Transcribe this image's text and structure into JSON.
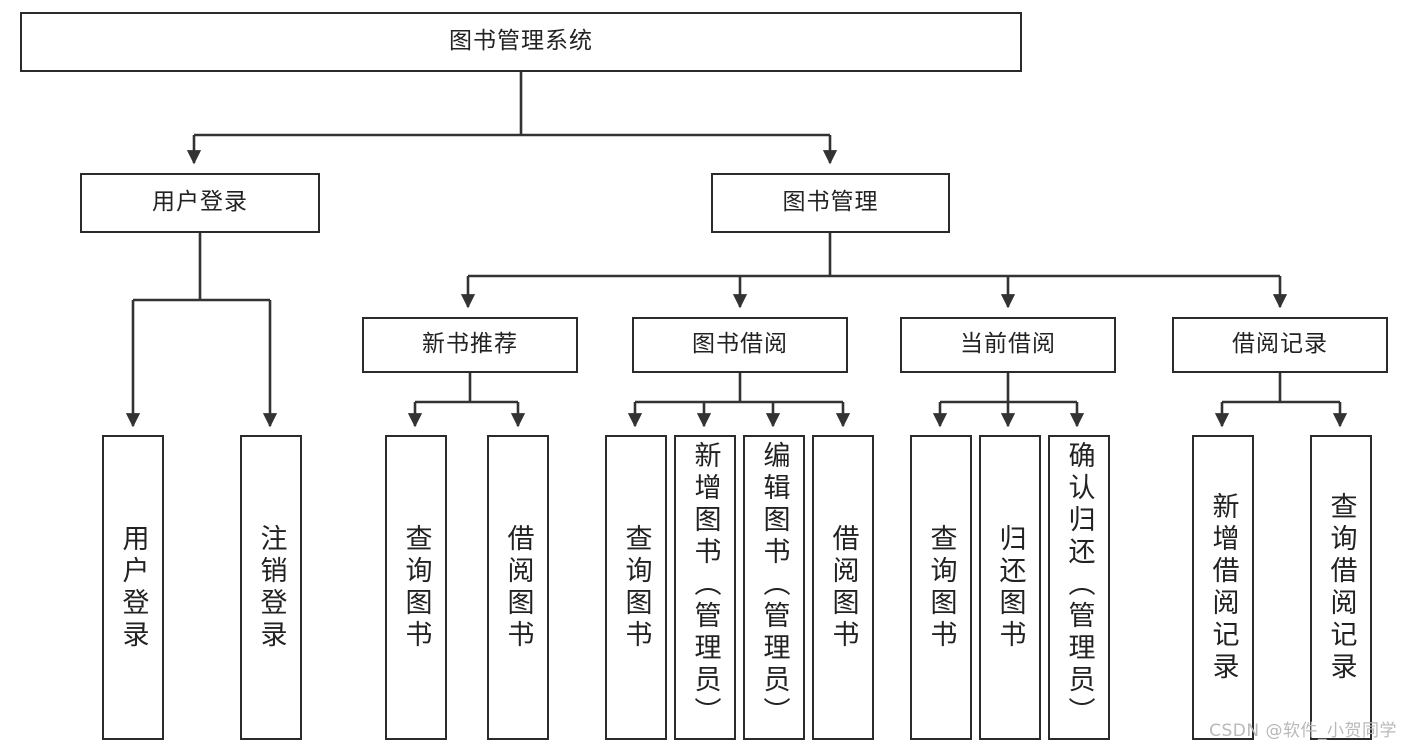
{
  "diagram": {
    "title": "图书管理系统",
    "type": "tree",
    "watermark": "CSDN @软件_小贺同学",
    "colors": {
      "node_border": "#2b2b2b",
      "node_fill": "#ffffff",
      "edge": "#333333",
      "text": "#222222",
      "watermark": "#b9b9b9",
      "background": "#ffffff"
    }
  },
  "nodes": {
    "root": {
      "label": "图书管理系统"
    },
    "level2": [
      {
        "id": "user-login",
        "label": "用户登录"
      },
      {
        "id": "book-manage",
        "label": "图书管理"
      }
    ],
    "level3": [
      {
        "id": "new-book-recommend",
        "label": "新书推荐"
      },
      {
        "id": "book-borrow",
        "label": "图书借阅"
      },
      {
        "id": "current-borrow",
        "label": "当前借阅"
      },
      {
        "id": "borrow-record",
        "label": "借阅记录"
      }
    ],
    "leaves": [
      {
        "id": "leaf-user-login",
        "label": "用户登录",
        "parent": "user-login"
      },
      {
        "id": "leaf-logout-login",
        "label": "注销登录",
        "parent": "user-login"
      },
      {
        "id": "leaf-query-book-1",
        "label": "查询图书",
        "parent": "new-book-recommend"
      },
      {
        "id": "leaf-borrow-book-1",
        "label": "借阅图书",
        "parent": "new-book-recommend"
      },
      {
        "id": "leaf-query-book-2",
        "label": "查询图书",
        "parent": "book-borrow"
      },
      {
        "id": "leaf-add-book-admin",
        "label": "新增图书（管理员）",
        "parent": "book-borrow"
      },
      {
        "id": "leaf-edit-book-admin",
        "label": "编辑图书（管理员）",
        "parent": "book-borrow"
      },
      {
        "id": "leaf-borrow-book-2",
        "label": "借阅图书",
        "parent": "book-borrow"
      },
      {
        "id": "leaf-query-book-3",
        "label": "查询图书",
        "parent": "current-borrow"
      },
      {
        "id": "leaf-return-book",
        "label": "归还图书",
        "parent": "current-borrow"
      },
      {
        "id": "leaf-confirm-return-admin",
        "label": "确认归还（管理员）",
        "parent": "current-borrow"
      },
      {
        "id": "leaf-add-borrow-record",
        "label": "新增借阅记录",
        "parent": "borrow-record"
      },
      {
        "id": "leaf-query-borrow-record",
        "label": "查询借阅记录",
        "parent": "borrow-record"
      }
    ]
  }
}
